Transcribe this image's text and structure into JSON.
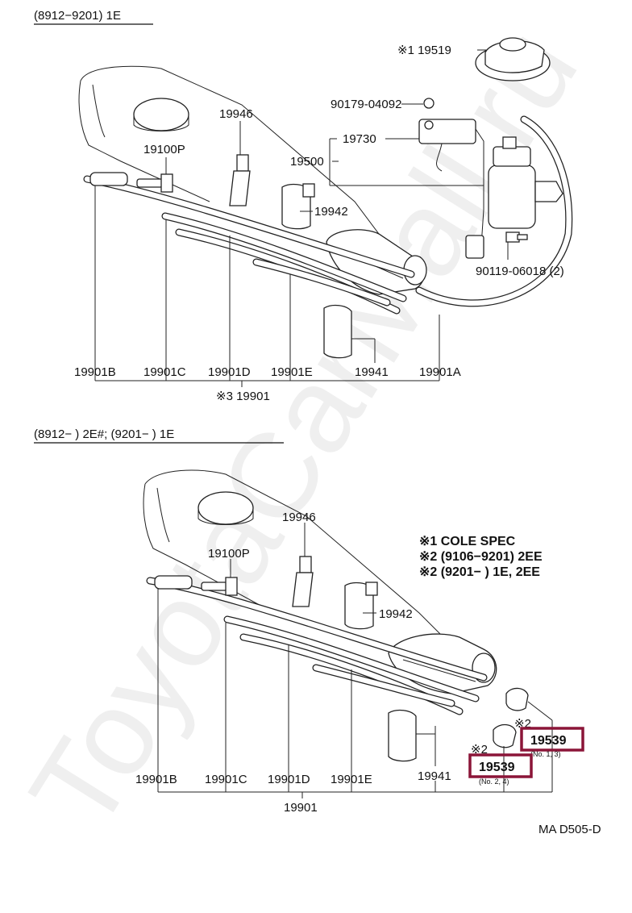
{
  "headers": {
    "top": "(8912−9201) 1E",
    "bottom": "(8912−        ) 2E#; (9201−          ) 1E"
  },
  "top_labels": {
    "p19519": "※1 19519",
    "p90179": "90179-04092",
    "p19730": "19730",
    "p19500": "19500",
    "p19946": "19946",
    "p19100p": "19100P",
    "p19942": "19942",
    "p90119": "90119-06018 (2)",
    "p19901b": "19901B",
    "p19901c": "19901C",
    "p19901d": "19901D",
    "p19901e": "19901E",
    "p19941": "19941",
    "p19901a": "19901A",
    "p19901": "※3 19901"
  },
  "bottom_labels": {
    "p19946": "19946",
    "p19100p": "19100P",
    "p19942": "19942",
    "p19539a": "19539",
    "p19539a_note": "(No. 1, 3)",
    "p19539b": "19539",
    "p19539b_note": "(No. 2, 4)",
    "mark2a": "※2",
    "mark2b": "※2",
    "p19901b": "19901B",
    "p19901c": "19901C",
    "p19901d": "19901D",
    "p19901e": "19901E",
    "p19941": "19941",
    "p19901": "19901"
  },
  "legend": [
    "※1 COLE SPEC",
    "※2 (9106−9201) 2EE",
    "※2 (9201−          ) 1E, 2EE"
  ],
  "footer_code": "MA D505-D",
  "watermark": "ToyotaCarMall.ru",
  "colors": {
    "highlight": "#8b1538",
    "ink": "#111111"
  }
}
